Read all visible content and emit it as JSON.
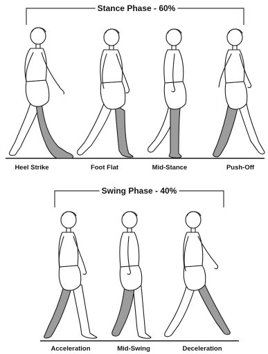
{
  "stance": {
    "title": "Stance Phase - 60%",
    "phases": [
      "Heel Strike",
      "Foot Flat",
      "Mid-Stance",
      "Push-Off"
    ]
  },
  "swing": {
    "title": "Swing Phase - 40%",
    "phases": [
      "Acceleration",
      "Mid-Swing",
      "Deceleration"
    ]
  },
  "colors": {
    "highlighted_leg": "#9c9c9c",
    "outline": "#1a1a1a",
    "background": "#ffffff"
  }
}
